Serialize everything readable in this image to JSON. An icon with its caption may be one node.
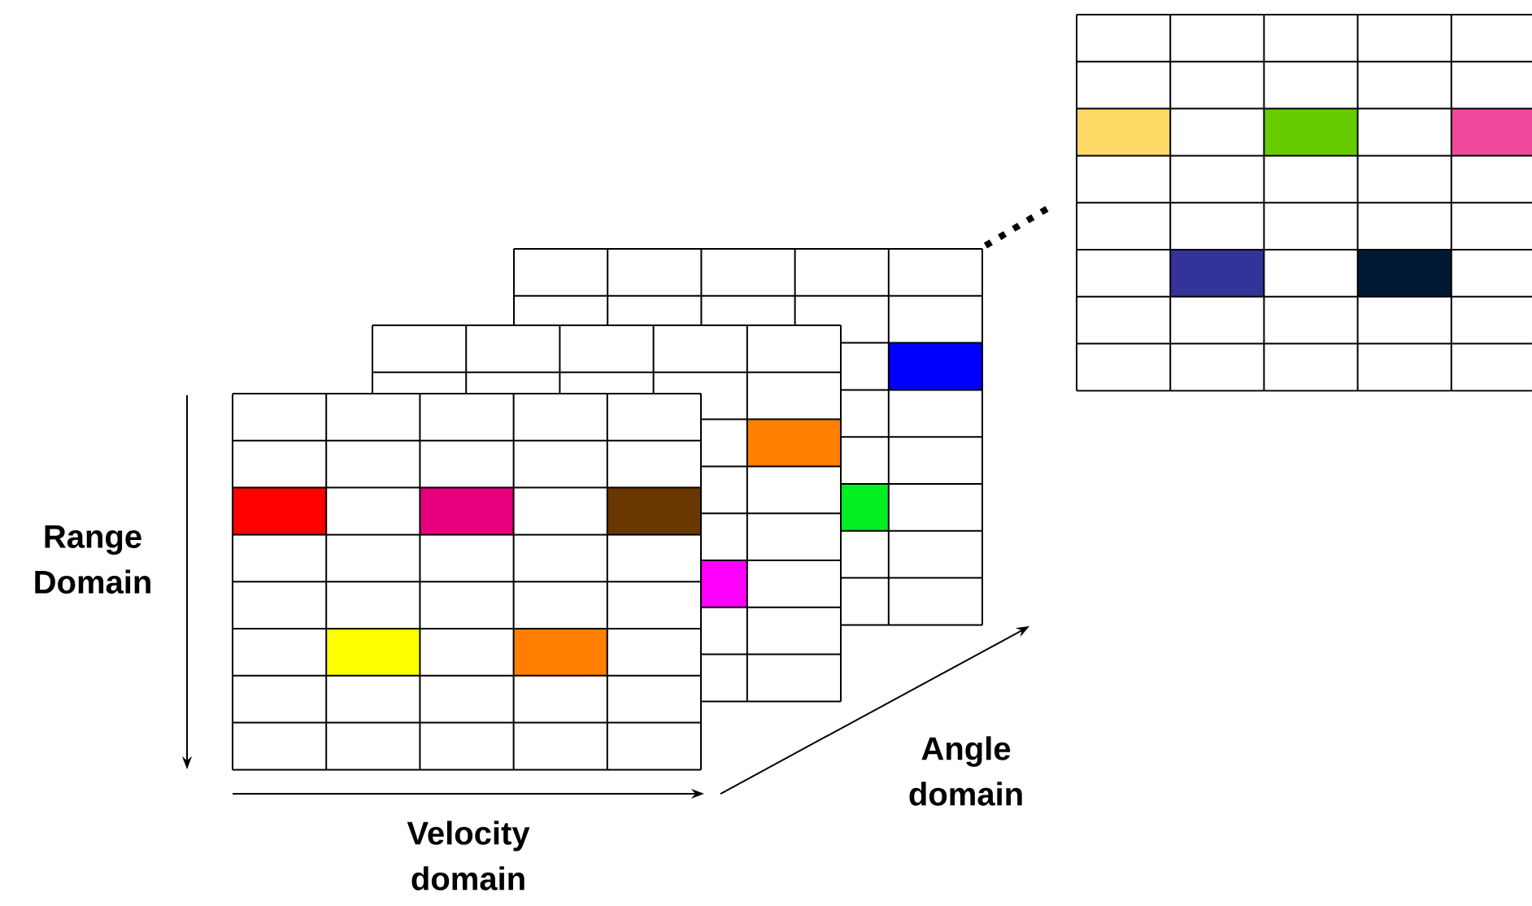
{
  "diagram": {
    "labels": [
      "Range Domain",
      "Velocity domain",
      "Angle domain"
    ]
  }
}
